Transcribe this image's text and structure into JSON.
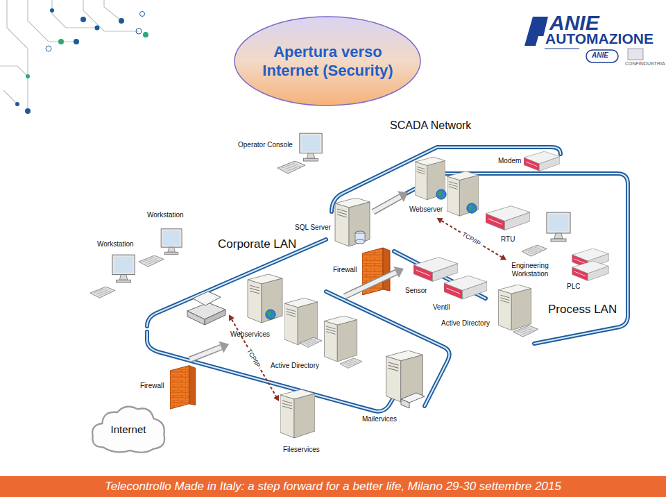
{
  "diagram": {
    "title": "Apertura verso Internet (Security)",
    "caption": "Telecontrollo Made in Italy: a step forward for a better life, Milano 29-30 settembre 2015",
    "nodes": [
      {
        "text": [
          "Operator Console"
        ]
      },
      {
        "text": [
          "Modem"
        ]
      },
      {
        "text": [
          "Webserver"
        ]
      },
      {
        "text": [
          "Workstation"
        ]
      },
      {
        "text": [
          "SQL Server"
        ]
      },
      {
        "text": [
          "Workstation"
        ]
      },
      {
        "text": [
          "RTU"
        ]
      },
      {
        "text": [
          "Firewall"
        ]
      },
      {
        "text": [
          "Engineering Workstation"
        ]
      },
      {
        "text": [
          "PLC"
        ]
      },
      {
        "text": [
          "Sensor"
        ]
      },
      {
        "text": [
          "Ventil"
        ]
      },
      {
        "text": [
          "Active Directory"
        ]
      },
      {
        "text": [
          "Webservices"
        ]
      },
      {
        "text": [
          "Active Directory"
        ]
      },
      {
        "text": [
          "Firewall"
        ]
      },
      {
        "text": [
          "Internet"
        ]
      },
      {
        "text": [
          "Mailervices"
        ]
      },
      {
        "text": [
          "Fileservices"
        ]
      }
    ],
    "edges": [
      {
        "from": 4,
        "to": 2,
        "arrow": "to"
      },
      {
        "from": 7,
        "to": 10,
        "arrow": "to"
      },
      {
        "from": 15,
        "to": 13,
        "arrow": "to"
      },
      {
        "from": 2,
        "to": 8,
        "label": "TCP/IP",
        "arrow": "both"
      },
      {
        "from": 13,
        "to": 18,
        "label": "TCP/IP",
        "arrow": "both"
      }
    ],
    "labels": [
      "SCADA Network",
      "Corporate LAN",
      "Process LAN",
      "ANIE",
      "AUTOMAZIONE",
      "ANIE",
      "CONFINDUSTRIA"
    ]
  }
}
